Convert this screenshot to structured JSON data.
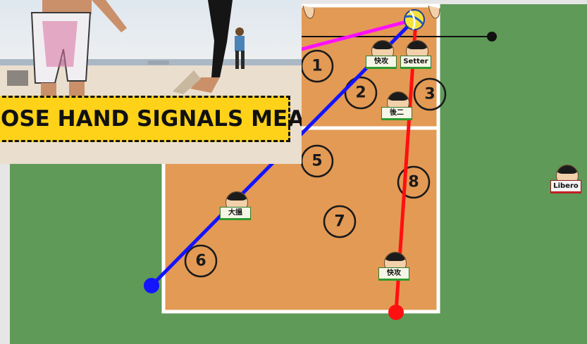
{
  "court": {
    "zones": [
      "1",
      "2",
      "3",
      "5",
      "8",
      "7",
      "6"
    ]
  },
  "players": {
    "quick_front": "快攻",
    "setter": "Setter",
    "back_second": "後二",
    "big_spike": "大搵",
    "quick_back": "快攻",
    "libero": "Libero"
  },
  "colors": {
    "floor": "#5f9a58",
    "court": "#e39a55",
    "line_blue": "#1414ff",
    "line_red": "#ff1010",
    "line_magenta": "#ff10ff",
    "banner": "#ffd21a"
  },
  "video_inset": {
    "caption": "OSE HAND SIGNALS MEAN?"
  }
}
